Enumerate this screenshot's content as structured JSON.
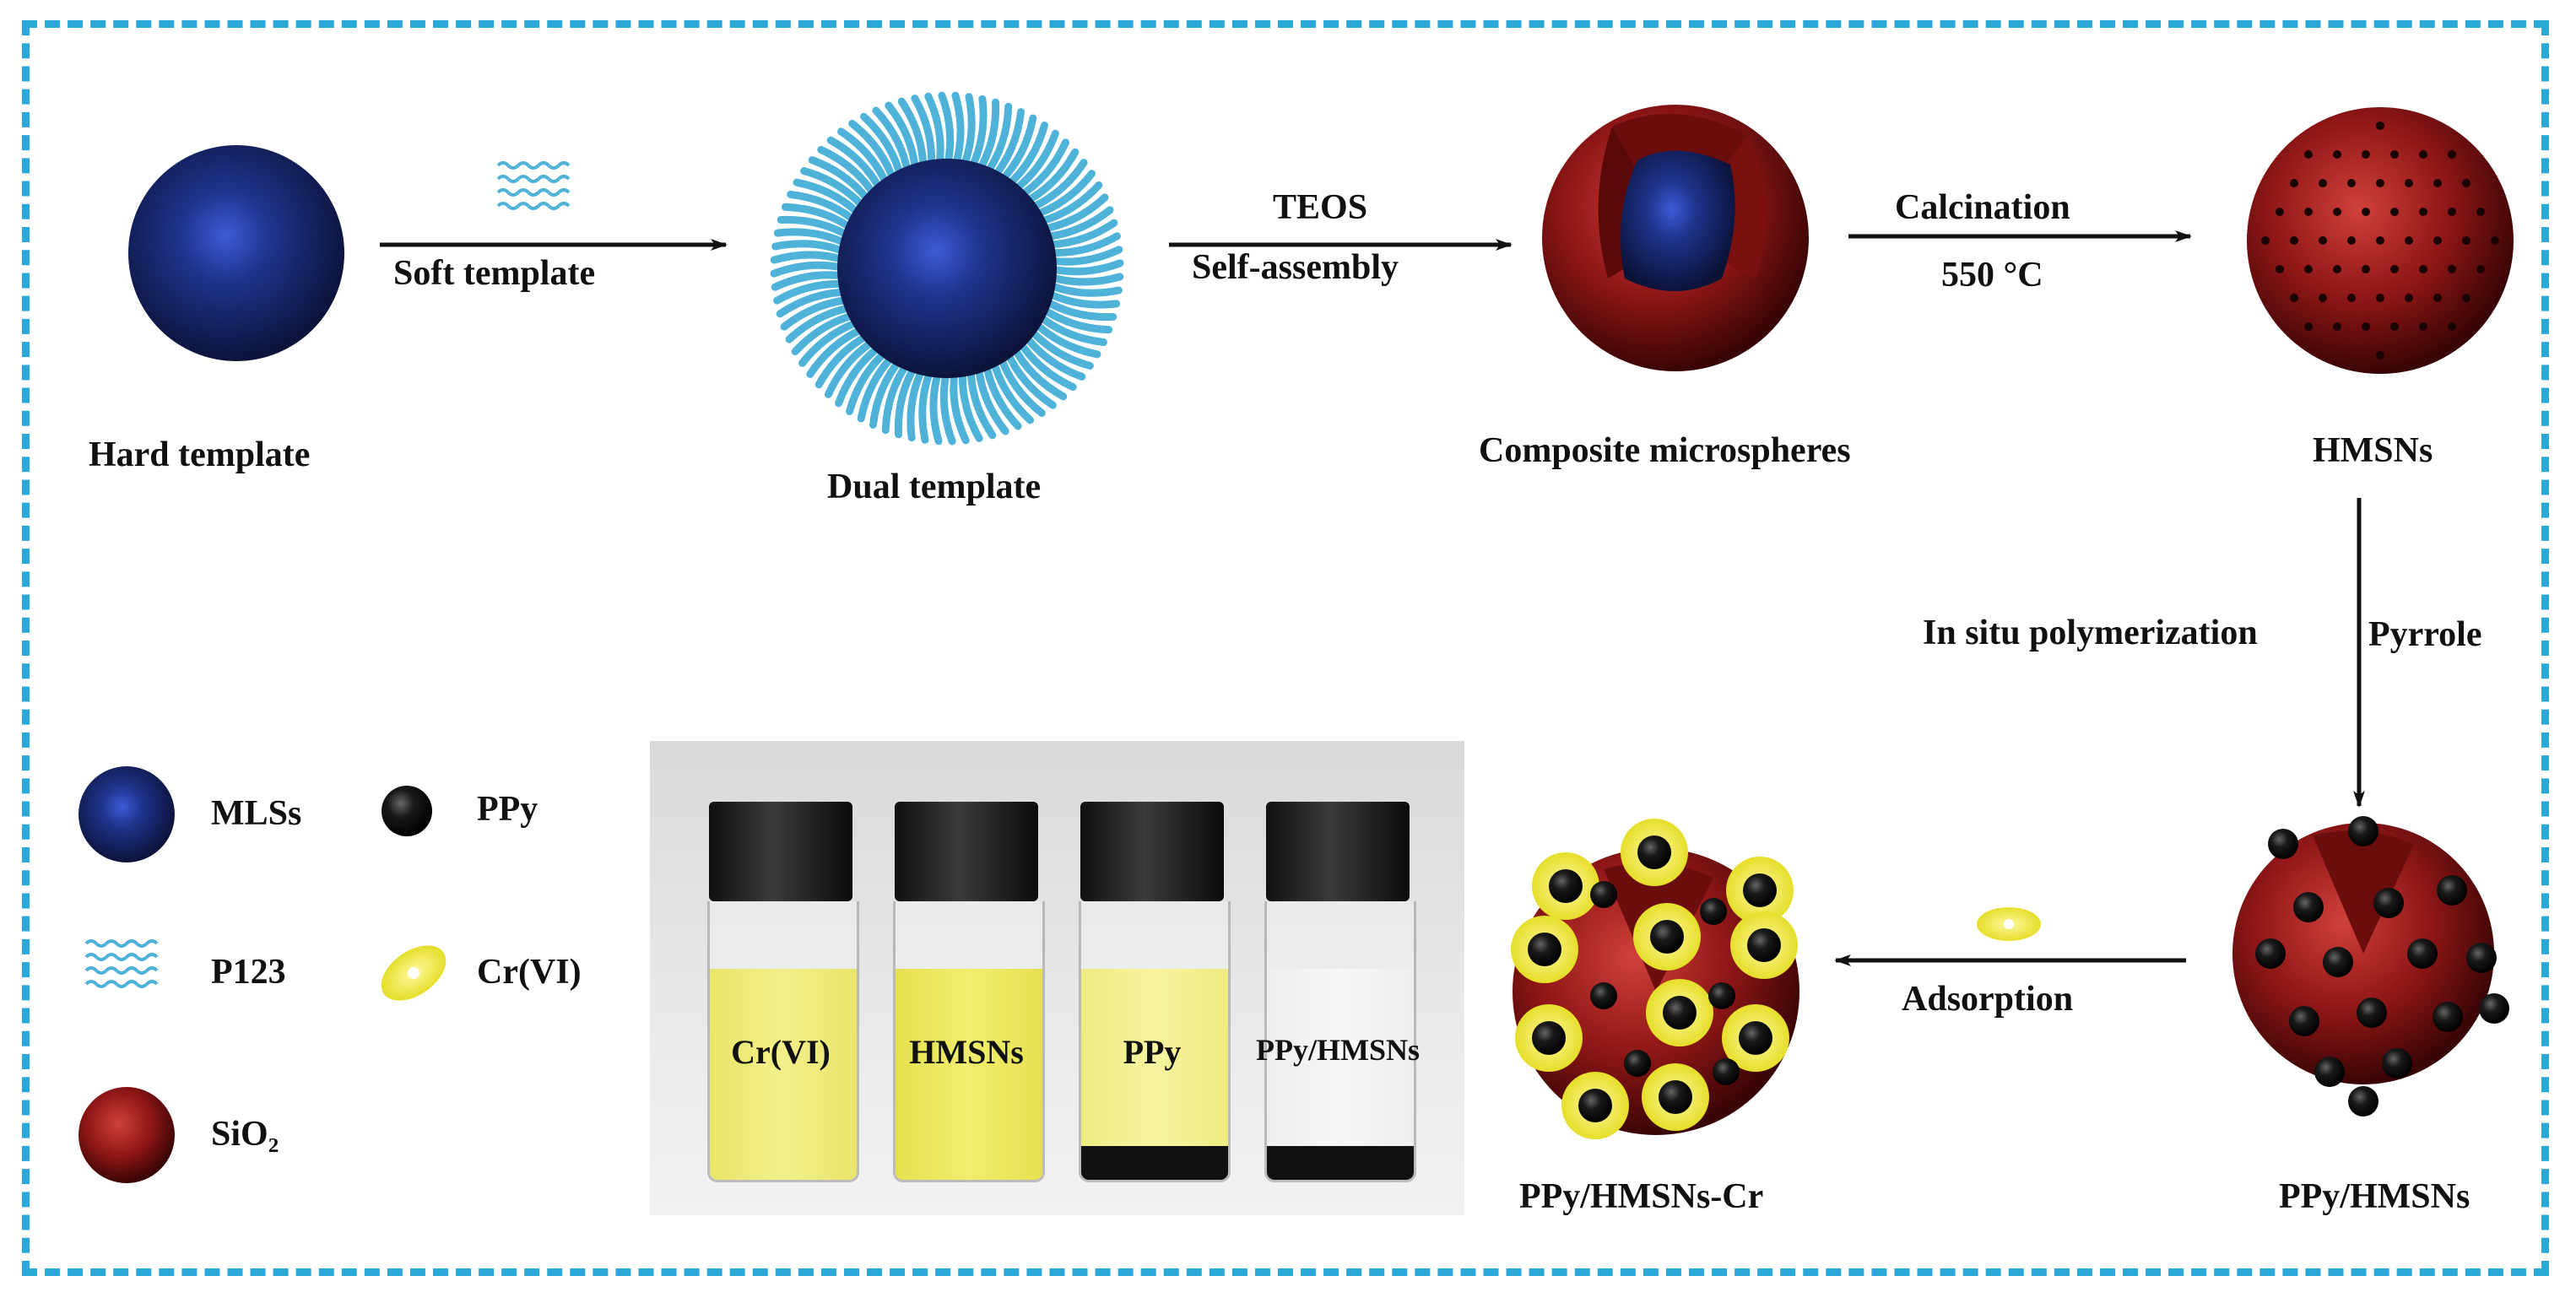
{
  "steps": {
    "hard_template": "Hard template",
    "soft_template": "Soft template",
    "dual_template": "Dual template",
    "teos": "TEOS",
    "self_assembly": "Self-assembly",
    "composite": "Composite microspheres",
    "calcination": "Calcination",
    "temperature": "550 °C",
    "hmsns": "HMSNs",
    "in_situ": "In situ polymerization",
    "pyrrole": "Pyrrole",
    "ppy_hmsns": "PPy/HMSNs",
    "adsorption": "Adsorption",
    "ppy_hmsns_cr": "PPy/HMSNs-Cr"
  },
  "legend": {
    "mlss": "MLSs",
    "p123": "P123",
    "sio2": "SiO₂",
    "ppy": "PPy",
    "crvi": "Cr(VI)"
  },
  "photo": {
    "vials": [
      "Cr(VI)",
      "HMSNs",
      "PPy",
      "PPy/HMSNs"
    ]
  },
  "colors": {
    "border": "#2aa8d8",
    "mlss_blue": "#1c2f7a",
    "sio2_red": "#9c1c1c",
    "ppy_black": "#111111",
    "crvi_yellow": "#e8e23a",
    "p123_cyan": "#4fb3d9"
  }
}
